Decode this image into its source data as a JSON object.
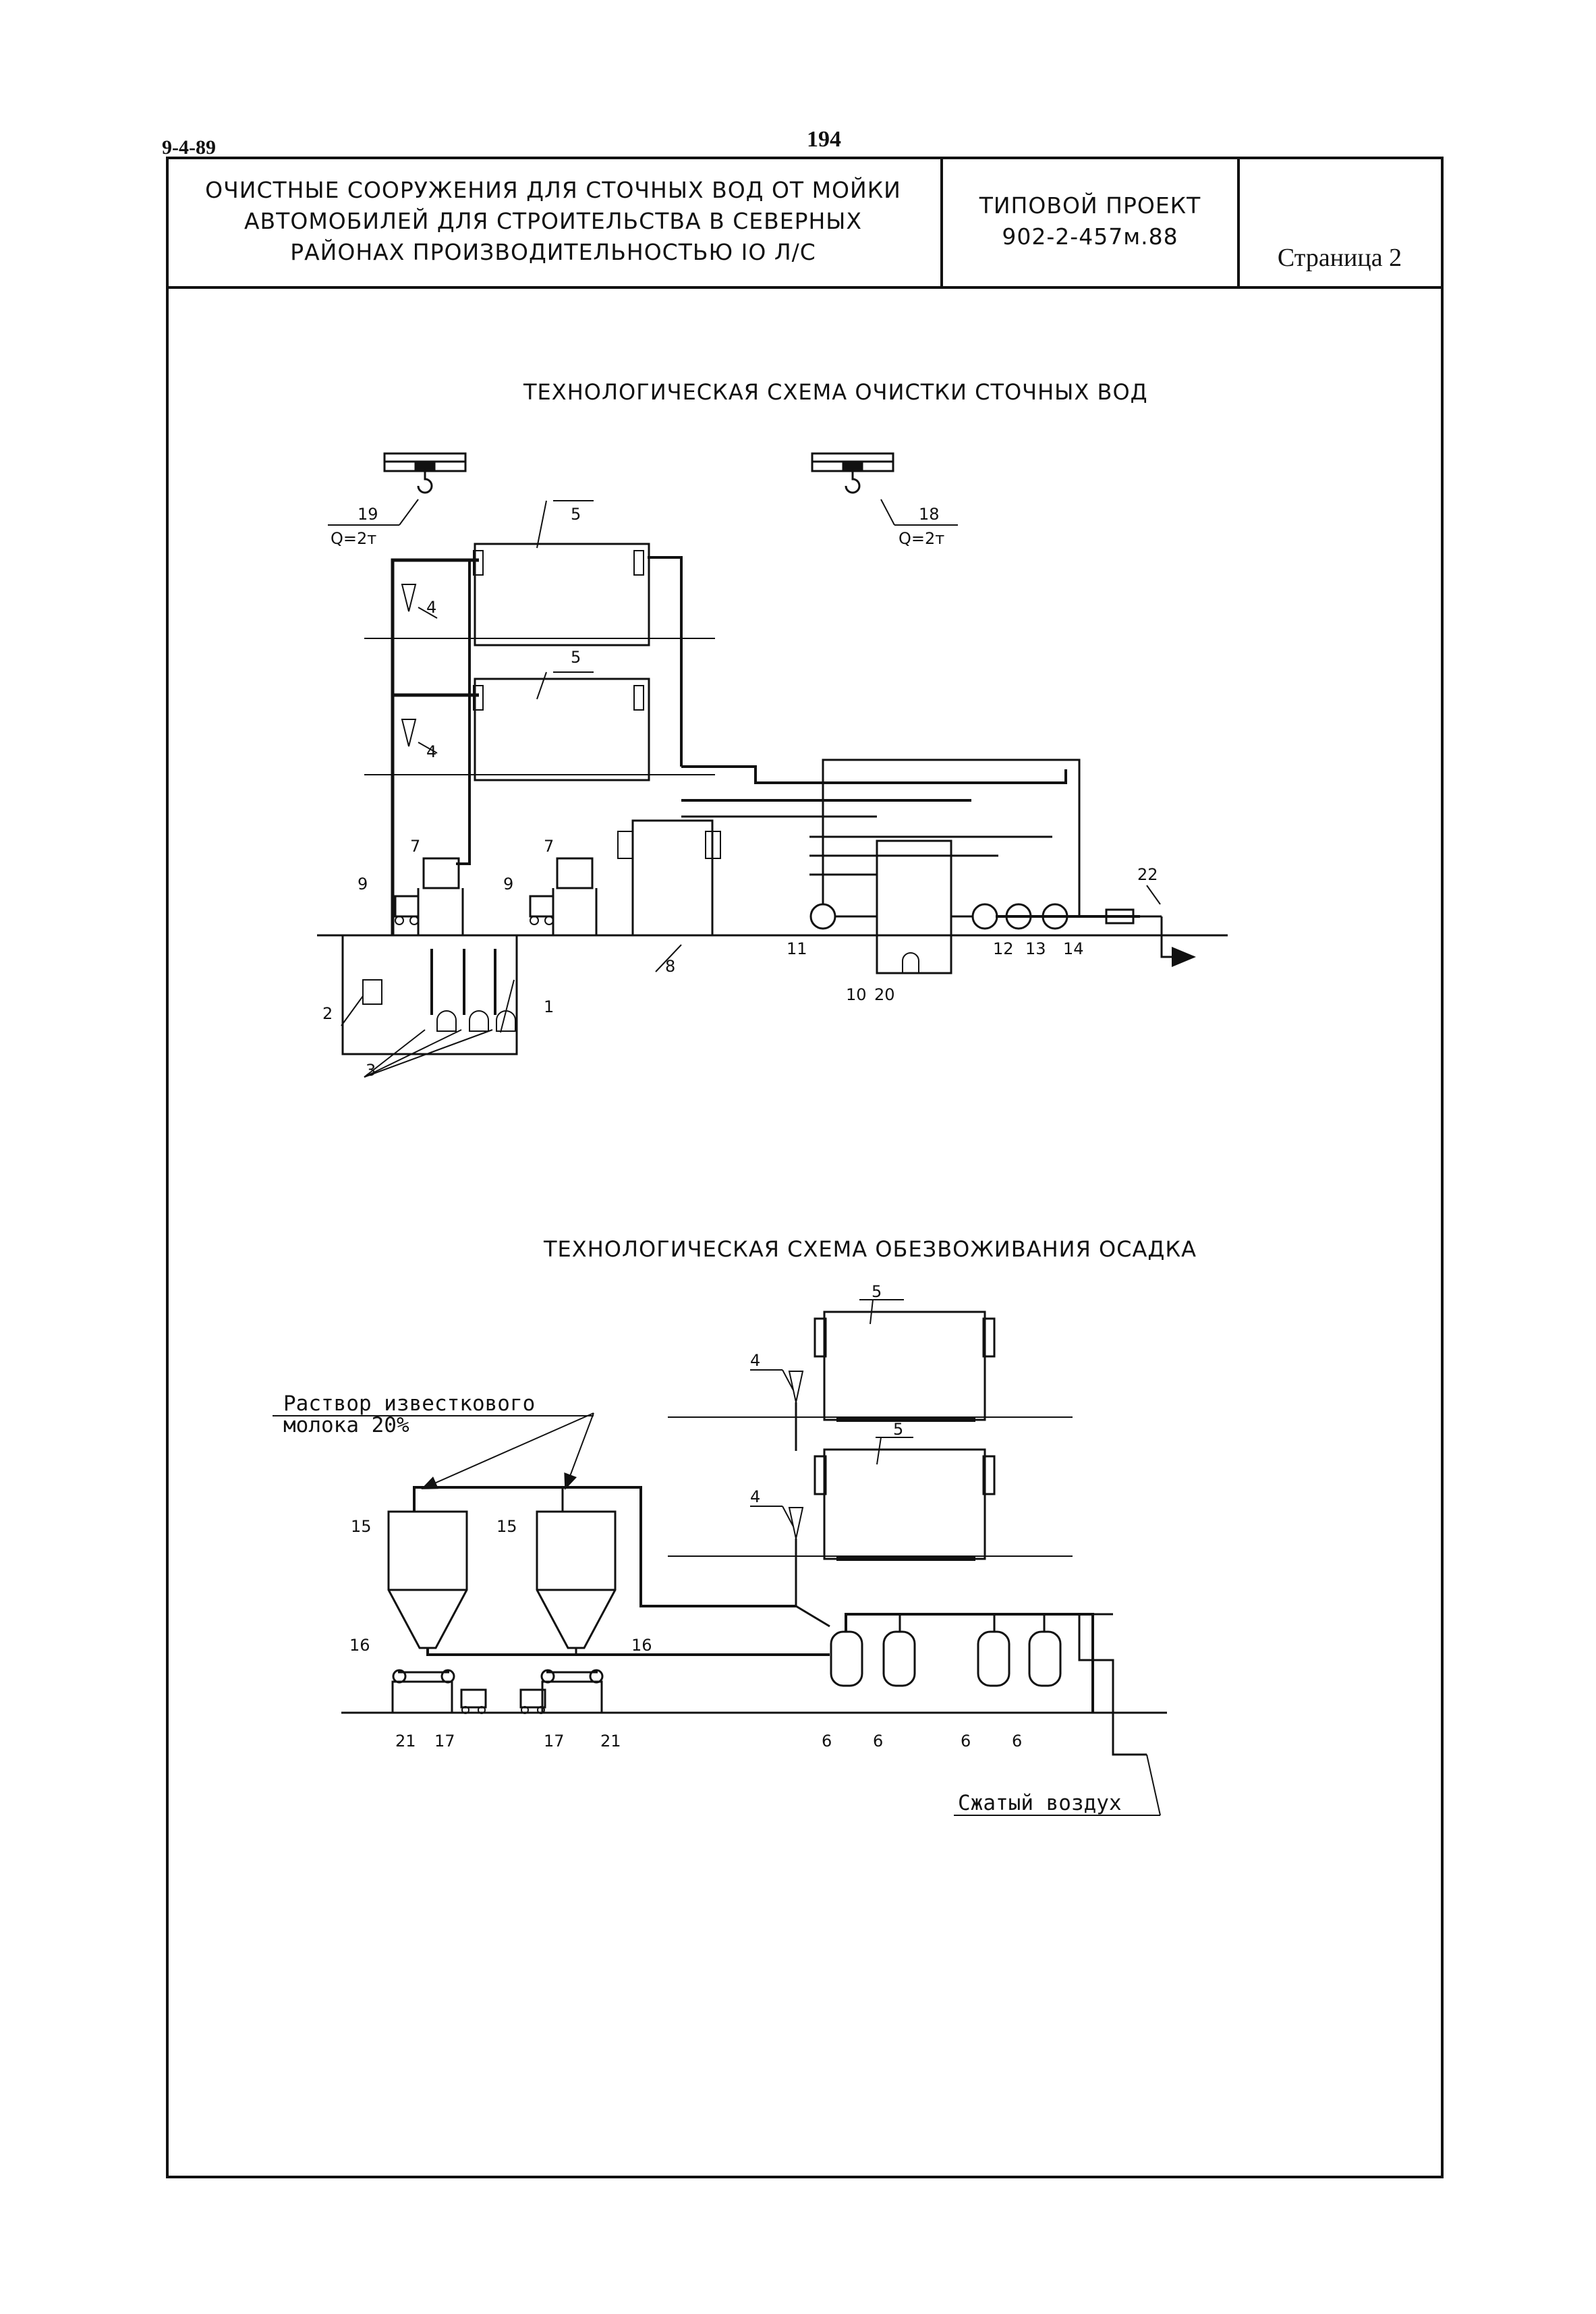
{
  "header": {
    "code": "9-4-89",
    "sheet_number": "194"
  },
  "title_block": {
    "title_lines": [
      "ОЧИСТНЫЕ СООРУЖЕНИЯ ДЛЯ СТОЧНЫХ ВОД ОТ МОЙКИ",
      "АВТОМОБИЛЕЙ ДЛЯ СТРОИТЕЛЬСТВА В СЕВЕРНЫХ",
      "РАЙОНАХ ПРОИЗВОДИТЕЛЬНОСТЬЮ IO Л/С"
    ],
    "project_label": "ТИПОВОЙ ПРОЕКТ",
    "project_number": "902-2-457м.88",
    "page": "Страница 2"
  },
  "scheme1": {
    "title": "ТЕХНОЛОГИЧЕСКАЯ СХЕМА ОЧИСТКИ СТОЧНЫХ ВОД",
    "crane_left": {
      "label": "19",
      "capacity": "Q=2т"
    },
    "crane_right": {
      "label": "18",
      "capacity": "Q=2т"
    },
    "labels": {
      "tank_top": "5",
      "tank_mid": "5",
      "hydro_top": "4",
      "hydro_mid": "4",
      "l7a": "7",
      "l7b": "7",
      "l9a": "9",
      "l9b": "9",
      "l8": "8",
      "l1": "1",
      "l2": "2",
      "l3": "3",
      "l10": "10",
      "l20": "20",
      "l11": "11",
      "l12": "12",
      "l13": "13",
      "l14": "14",
      "l22": "22"
    }
  },
  "scheme2": {
    "title": "ТЕХНОЛОГИЧЕСКАЯ СХЕМА ОБЕЗВОЖИВАНИЯ ОСАДКА",
    "lime_line1": "Раствор известкового",
    "lime_line2": "молока 20%",
    "air": "Сжатый воздух",
    "labels": {
      "t5a": "5",
      "t5b": "5",
      "h4a": "4",
      "h4b": "4",
      "s15a": "15",
      "s15b": "15",
      "c16a": "16",
      "c16b": "16",
      "b21a": "21",
      "b21b": "21",
      "k17a": "17",
      "k17b": "17",
      "f6a": "6",
      "f6b": "6",
      "f6c": "6",
      "f6d": "6"
    }
  },
  "icons": [
    "crane-hook-icon",
    "pump-icon",
    "filter-press-icon",
    "silo-icon",
    "conveyor-icon"
  ]
}
